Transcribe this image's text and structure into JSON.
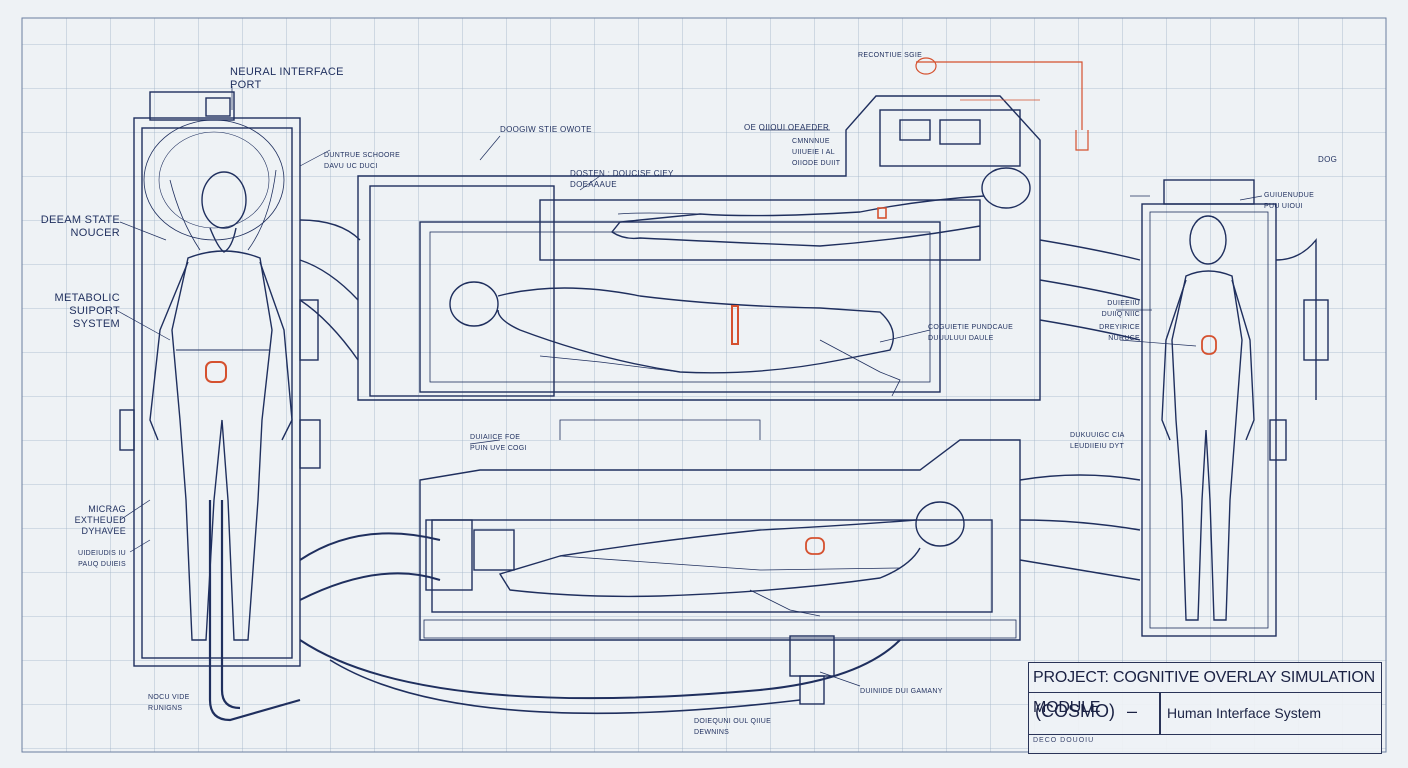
{
  "labels": {
    "neural_interface": "NEURAL INTERFACE\nPORT",
    "dream_state": "DEEAM STATE\nNOUCER",
    "metabolic": "METABOLIC\nSUIPORT\nSYSTEM",
    "micro": "MICRAG\nEXTHEUED\nDYHAVEE",
    "recon_base": "RECONTIUE SGIE",
    "body_state": "DOOGIW STIE OWOTE",
    "bed_subunit": "DUNTRUE SCHOORE\nDAVU UC DUCI",
    "dorion": "DOSTEN : DOUCISE CIEY\nDOEAAAUE",
    "oe_orient": "OE OIIOUI OEAEDER",
    "overlay_stat": "CMNNNUE\nUIIUEIE I AL\nOIIODE DUIIT",
    "cognitive_relay": "COGUIETIE PUNDCAUE\nDUUULUUI DAULE",
    "neural_side": "DREYIRICE\nNURUCE",
    "cardio": "DUKUUIGC CIA\nLEUDIIEIU DYT",
    "lower_unit": "DUIAIICE FOE\nPUIN UVE COGI",
    "dual_valve": "NOCU VIDE\nRUNIGNS",
    "cable_coil": "DOIEQUNI OUL QIIUE\nDEWNINS",
    "core_caps": "DUINIIDE DUI GAMANY",
    "right_top": "GUIUENUDUE\nPUU UIOUI",
    "right_mid": "DUIEEIIU\nDUIIQ NIIC",
    "small_right": "DOG",
    "left_low": "UIDEIUDIS IU\nPAUQ DUIEIS"
  },
  "title_block": {
    "line1": "PROJECT: COGNITIVE OVERLAY SIMULATION MODULE",
    "code": "(COSMO)",
    "dash": "–",
    "subtitle": "Human Interface System",
    "foot": "DECO    DOUOIU"
  },
  "colors": {
    "ink": "#1f2f5e",
    "accent": "#d5512f",
    "grid": "#9fb2c6",
    "paper": "#eef2f5"
  }
}
